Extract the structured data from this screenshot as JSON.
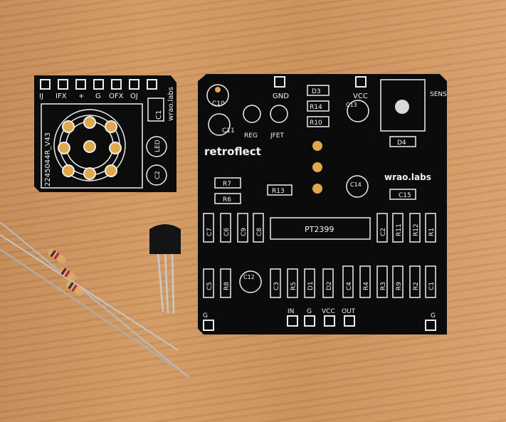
{
  "small_board": {
    "pins": [
      "IJ",
      "IFX",
      "+",
      "G",
      "OFX",
      "OJ"
    ],
    "code": "2245044R_V43",
    "brand": "wrao.labs",
    "cap_labels": [
      "C1",
      "C2"
    ],
    "led_label": "LED"
  },
  "main_board": {
    "title": "retroflect",
    "brand": "wrao.labs",
    "chip": "PT2399",
    "top_labels": {
      "gnd": "GND",
      "vcc": "VCC",
      "reg": "REG",
      "jfet": "JFET",
      "sens": "SENS"
    },
    "top_parts": [
      "D3",
      "R14",
      "R10",
      "D4",
      "C10",
      "C11",
      "C13",
      "C14",
      "C15"
    ],
    "mid_parts": [
      "R7",
      "R6",
      "R13"
    ],
    "row_caps": [
      "C7",
      "C6",
      "C9",
      "C8"
    ],
    "right_resistors": [
      "C2",
      "R11",
      "R12",
      "R1"
    ],
    "bottom_parts": [
      "C5",
      "R8",
      "C12",
      "C3",
      "R5",
      "D1",
      "D2",
      "C4",
      "R4",
      "R3",
      "R9",
      "R2",
      "C1"
    ],
    "pads": [
      "G",
      "IN",
      "G",
      "VCC",
      "OUT",
      "G"
    ]
  }
}
